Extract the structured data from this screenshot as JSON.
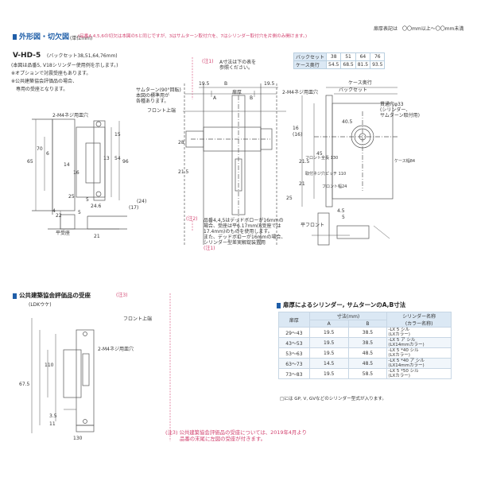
{
  "header": {
    "door_thickness_note": "扉厚表記は　〇〇mm以上〜〇〇mm未満"
  },
  "section_title": {
    "main": "外形図・切欠図",
    "unit": "(単位mm)"
  },
  "model": {
    "name": "V-HD-5",
    "backset_info": "(バックセット38,51,64,76mm)",
    "note1": "(本図は品番5, V18シリンダー使用例を示します。)",
    "note2": "※オプションで対震受座もあります。",
    "note3": "※公共建築協会評価品の場合、",
    "note4": "専用の受座となります。"
  },
  "top_note": "(品番4,4,5,6の切欠は本図の5と同じですが、3はサムターン取付穴を、7はシリンダー取付穴を片側のみ開けます。)",
  "backset_table": {
    "row1_label": "バックセット",
    "row1_values": [
      "38",
      "51",
      "64",
      "76"
    ],
    "row2_label": "ケース奥行",
    "row2_values": [
      "54.5",
      "68.5",
      "81.5",
      "93.5"
    ]
  },
  "drawing_labels": {
    "screw_hole_left": "2-M4ネジ用皿穴",
    "screw_hole_mid": "2-M4ネジ用皿穴",
    "thumbturn": "サムターン(90°回転)",
    "thumbturn_note1": "本図の標準用が",
    "thumbturn_note2": "各種あります。",
    "note1_mark": "(注1)",
    "note1_text1": "A寸法は下の表を",
    "note1_text2": "参照ください。",
    "front_upper_edge": "フロント上端",
    "door_thickness": "扉厚",
    "case_depth": "ケース奥行",
    "backset": "バックセット",
    "flat_front": "平フロント",
    "flat_receiver": "平受座",
    "front_upper_edge2": "フロント上端",
    "cylinder_hole": "貫通穴φ33",
    "cylinder_hole_note1": "(シリンダー、",
    "cylinder_hole_note2": "サムターン取付用)",
    "note2_mark": "(注2)",
    "note2_text1": "品番4,4,5はデッドボローが16mmの",
    "note2_text2": "場合、受座は平6.17mm(R受座では",
    "note2_text3": "17.4mm)のものを使用します。",
    "note2_text4": "また、デッドボローが16mmの場合、",
    "note2_text5": "シリンダー型差実解錠装置用",
    "note2_text6": "(注1)"
  },
  "dims": [
    "19.5",
    "B",
    "A",
    "B",
    "19.5",
    "28",
    "21.5",
    "65",
    "70",
    "6",
    "14",
    "16",
    "13",
    "15",
    "54",
    "96",
    "25",
    "5",
    "24.6",
    "4",
    "22",
    "5",
    "21",
    "(17)",
    "(24)",
    "16",
    "(16)",
    "40.5",
    "45",
    "21.5",
    "21",
    "25",
    "4.5",
    "5",
    "67.5",
    "130",
    "110",
    "3.5",
    "11",
    "フロント幅24",
    "ケース幅84",
    "取付ネジ穴ピッチ 110",
    "フロント全長 130"
  ],
  "receiver_section": {
    "title": "公共建築協会評価品の受座",
    "note_mark": "(注3)",
    "subtitle": "(LDKウケ)",
    "front_upper_edge": "フロント上端",
    "screw_hole": "2-M4ネジ用皿穴",
    "note3": "(注3) 公共建築協会評価品の受座については、2019年4月より",
    "note3b": "品番の末尾に左図の受座が付きます。"
  },
  "cylinder_table": {
    "title": "扉厚によるシリンダー, サムターンのA,B寸法",
    "col_thickness": "扉厚",
    "col_dims": "寸法(mm)",
    "col_a": "A",
    "col_b": "B",
    "col_name": "シリンダー名称",
    "col_name2": "(カラー名称)",
    "rows": [
      {
        "thickness": "29〜43",
        "a": "19.5",
        "b": "38.5",
        "name": "-LX 5 シル",
        "color": "(LXカラー)"
      },
      {
        "thickness": "43〜53",
        "a": "19.5",
        "b": "38.5",
        "name": "-LX 5 ア シル",
        "color": "(LX14mmカラー)"
      },
      {
        "thickness": "53〜63",
        "a": "19.5",
        "b": "48.5",
        "name": "-LX 5 *40 シル",
        "color": "(LXカラー)"
      },
      {
        "thickness": "63〜73",
        "a": "14.5",
        "b": "48.5",
        "name": "-LX 5 *40 ア シル",
        "color": "(LX14mmカラー)"
      },
      {
        "thickness": "73〜83",
        "a": "19.5",
        "b": "58.5",
        "name": "-LX 5 *50 シル",
        "color": "(LXカラー)"
      }
    ],
    "footnote": "□には GP, V, GVなどのシリンダー型式が入ります。"
  }
}
